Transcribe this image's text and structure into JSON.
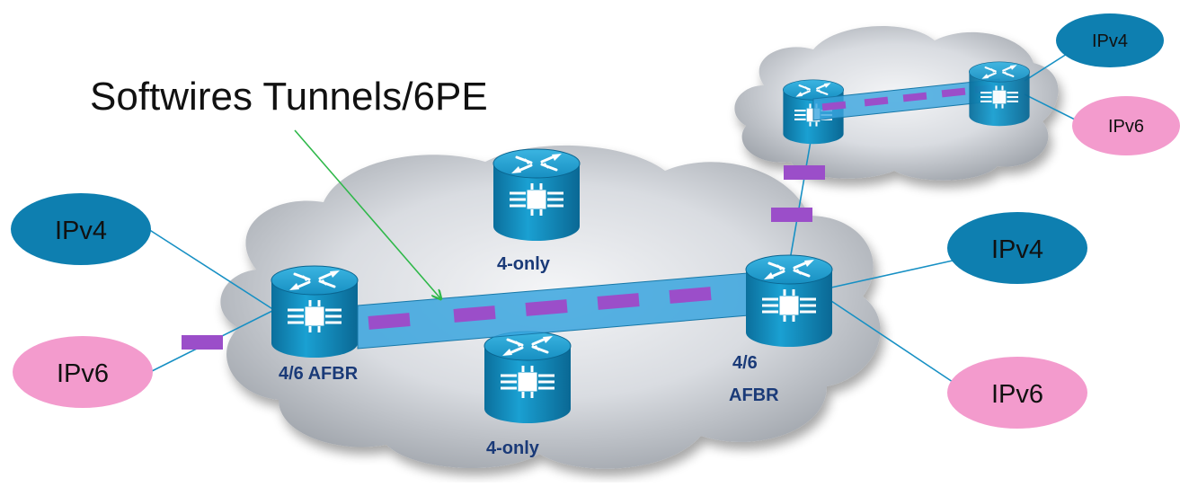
{
  "colors": {
    "ipv4_fill": "#0e7fb0",
    "ipv6_fill": "#f39bcd",
    "router_fill": "#0f8bbb",
    "tunnel_fill": "#3aa5de",
    "tunnel_dash": "#9b4ec9",
    "link": "#1790c4",
    "label_blue": "#1a3a78",
    "arrow": "#2fb84a",
    "cloud": "#c8ccd2"
  },
  "title": "Softwires Tunnels/6PE",
  "endpoints": {
    "left_ipv4": "IPv4",
    "left_ipv6": "IPv6",
    "right_ipv4": "IPv4",
    "right_ipv6": "IPv6",
    "top_ipv4": "IPv4",
    "top_ipv6": "IPv6"
  },
  "routers": {
    "left_afbr": "4/6 AFBR",
    "right_afbr_line1": "4/6",
    "right_afbr_line2": "AFBR",
    "core_top": "4-only",
    "core_bottom": "4-only"
  },
  "icons": [
    "router-icon",
    "cloud-icon",
    "tunnel-icon",
    "arrow-icon"
  ]
}
